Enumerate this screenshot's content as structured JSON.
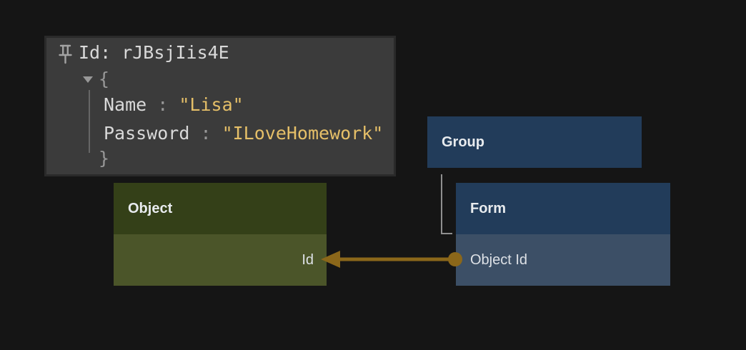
{
  "colors": {
    "canvas-bg": "#151515",
    "tooltip-bg": "#3b3b3b",
    "tooltip-border": "#2a2a2a",
    "tooltip-text": "#d9d9d9",
    "tooltip-muted": "#989898",
    "tooltip-string": "#e5bf68",
    "guide-line": "#666666",
    "object-header": "#344018",
    "object-body": "#4b5529",
    "blue-header": "#223c5a",
    "blue-body": "#3c4f66",
    "edge": "#8b671a",
    "tree-line": "#8f8f8f",
    "pin-icon": "#a3a3a3",
    "title-text": "#e8ebee",
    "row-text": "#dde1e6"
  },
  "icons": {
    "pin": "pushpin-icon",
    "collapse": "triangle-down-icon",
    "edge_source": "circle-dot",
    "edge_target": "arrowhead-left"
  },
  "tooltip": {
    "id_line": "Id: rJBsjIis4E",
    "brace_open": "{",
    "brace_close": "}",
    "separator": " : ",
    "fields": [
      {
        "key": "Name",
        "value": "\"Lisa\""
      },
      {
        "key": "Password",
        "value": "\"ILoveHomework\""
      }
    ]
  },
  "nodes": {
    "object": {
      "title": "Object",
      "field": "Id"
    },
    "group": {
      "title": "Group"
    },
    "form": {
      "title": "Form",
      "field": "Object Id"
    }
  }
}
